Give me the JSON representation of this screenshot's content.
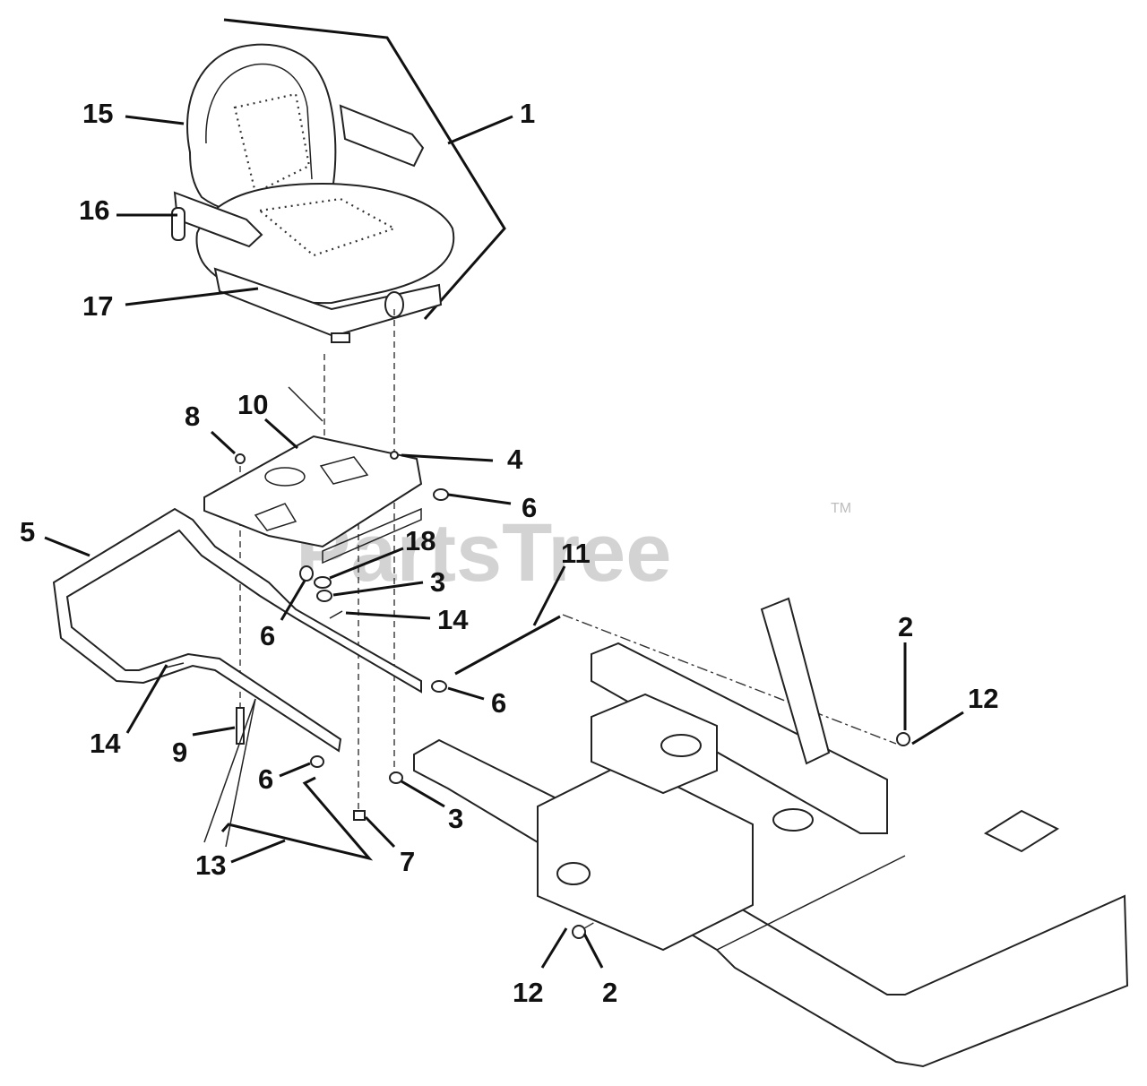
{
  "watermark": {
    "text": "PartsTree",
    "trademark": "TM"
  },
  "callouts": [
    {
      "id": "callout-15",
      "text": "15"
    },
    {
      "id": "callout-1",
      "text": "1"
    },
    {
      "id": "callout-16",
      "text": "16"
    },
    {
      "id": "callout-17",
      "text": "17"
    },
    {
      "id": "callout-8",
      "text": "8"
    },
    {
      "id": "callout-10",
      "text": "10"
    },
    {
      "id": "callout-4",
      "text": "4"
    },
    {
      "id": "callout-6-top",
      "text": "6"
    },
    {
      "id": "callout-5",
      "text": "5"
    },
    {
      "id": "callout-18",
      "text": "18"
    },
    {
      "id": "callout-3-top",
      "text": "3"
    },
    {
      "id": "callout-11",
      "text": "11"
    },
    {
      "id": "callout-14-right",
      "text": "14"
    },
    {
      "id": "callout-6-mid",
      "text": "6"
    },
    {
      "id": "callout-6-right",
      "text": "6"
    },
    {
      "id": "callout-2-top",
      "text": "2"
    },
    {
      "id": "callout-12-top",
      "text": "12"
    },
    {
      "id": "callout-14-left",
      "text": "14"
    },
    {
      "id": "callout-9",
      "text": "9"
    },
    {
      "id": "callout-6-low",
      "text": "6"
    },
    {
      "id": "callout-3-low",
      "text": "3"
    },
    {
      "id": "callout-7",
      "text": "7"
    },
    {
      "id": "callout-13",
      "text": "13"
    },
    {
      "id": "callout-12-bottom",
      "text": "12"
    },
    {
      "id": "callout-2-bottom",
      "text": "2"
    }
  ]
}
